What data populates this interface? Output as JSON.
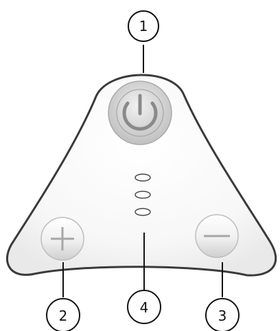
{
  "callouts": {
    "power": "1",
    "plus": "2",
    "minus": "3",
    "indicators": "4"
  },
  "colors": {
    "outline": "#3a3a3a",
    "button_light": "#f4f4f4",
    "button_dark": "#b8b8b8",
    "led_outline": "#4a4a4a"
  },
  "icons": {
    "power": "power-icon",
    "plus": "plus-icon",
    "minus": "minus-icon"
  },
  "indicator_count": 3
}
